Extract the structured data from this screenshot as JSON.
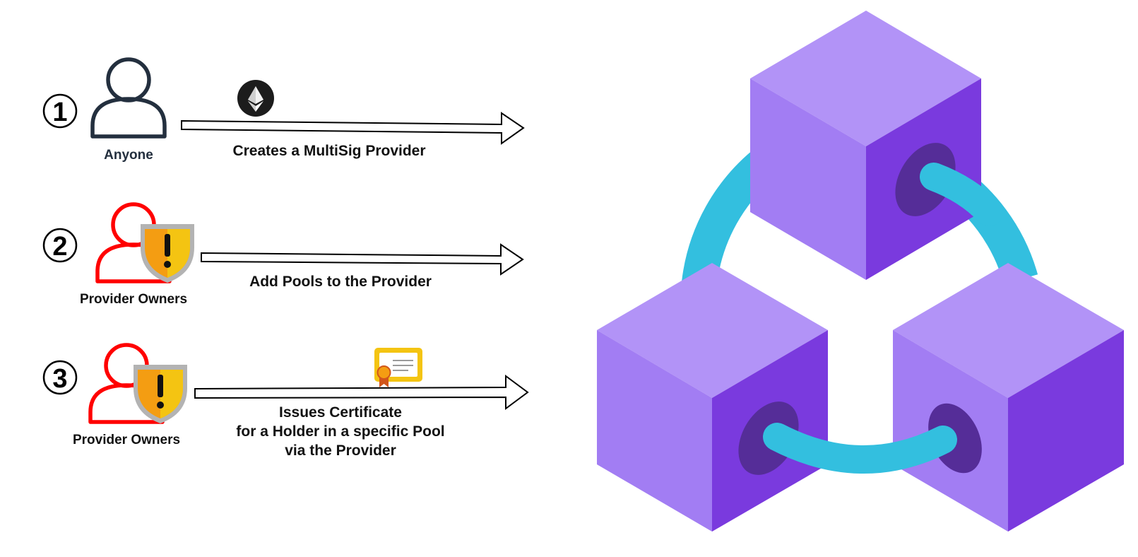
{
  "steps": [
    {
      "number": "1",
      "actor": "Anyone",
      "action_lines": [
        "Creates a MultiSig Provider"
      ],
      "badge_icon": "ethereum-icon",
      "actor_icon": "user-outline-icon"
    },
    {
      "number": "2",
      "actor": "Provider Owners",
      "action_lines": [
        "Add Pools to the Provider"
      ],
      "actor_icon": "user-warning-shield-icon"
    },
    {
      "number": "3",
      "actor": "Provider Owners",
      "action_lines": [
        "Issues Certificate",
        "for a Holder in a specific Pool",
        "via the Provider"
      ],
      "badge_icon": "certificate-icon",
      "actor_icon": "user-warning-shield-icon"
    }
  ],
  "blockchain_graphic": {
    "icon": "connected-cubes-icon",
    "colors": {
      "cube_top": "#b293f7",
      "cube_left": "#a27df3",
      "cube_right": "#7a3ade",
      "hole": "#552d98",
      "link": "#33bfdf"
    }
  },
  "colors": {
    "anyone_user": "#232f3e",
    "owner_user": "#ff0000",
    "shield_orange": "#f49d12",
    "shield_yellow": "#f4c412",
    "shield_rim": "#b3b3b3"
  }
}
